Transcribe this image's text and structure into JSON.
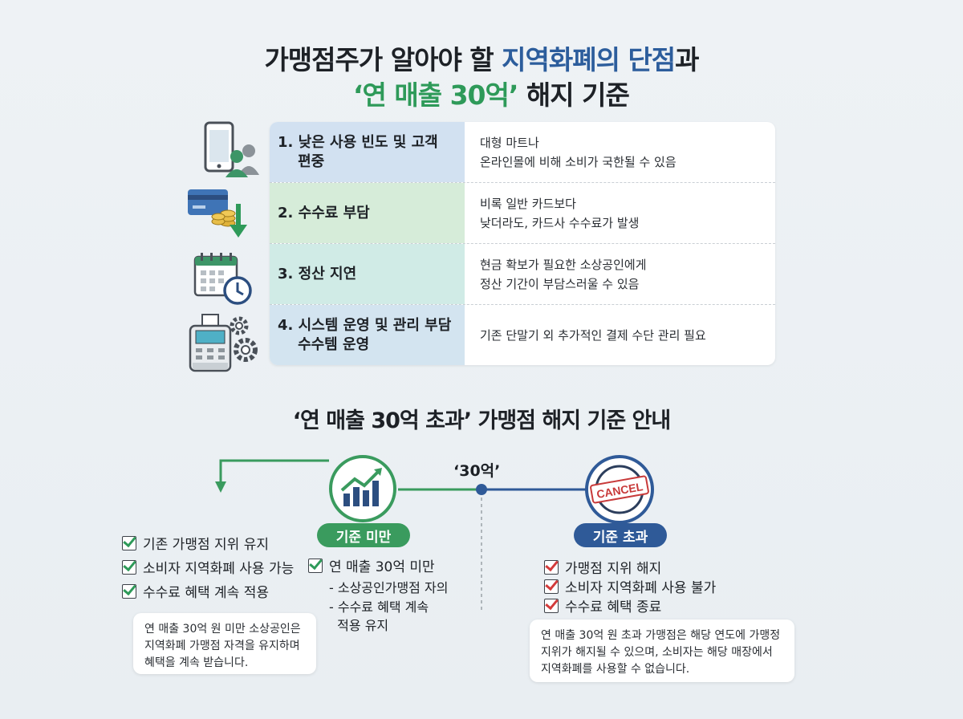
{
  "header": {
    "line1_part1": "가맹점주가 알아야 할 ",
    "line1_part2": "지역화폐의 단점",
    "line1_part3": "과",
    "line2_part1": "‘연 매출 30억’",
    "line2_part2": " 해지 기준"
  },
  "disadvantages": [
    {
      "label": "1. 낮은 사용 빈도 및 고객\n    편중",
      "desc": "대형 마트나\n온라인몰에 비해 소비가 국한될 수 있음",
      "icon": "smartphone-user-icon"
    },
    {
      "label": "2. 수수료 부담",
      "desc": "비록 일반 카드보다\n낮더라도, 카드사 수수료가 발생",
      "icon": "card-coins-icon"
    },
    {
      "label": "3. 정산 지연",
      "desc": "현금 확보가 필요한 소상공인에게\n정산 기간이 부담스러울 수 있음",
      "icon": "calendar-clock-icon"
    },
    {
      "label": "4. 시스템 운영 및 관리 부담\n    수수템 운영",
      "desc": "기존 단말기 외 추가적인 결제 수단 관리 필요",
      "icon": "pos-gears-icon"
    }
  ],
  "criteria": {
    "title": "‘연 매출 30억 초과’ 가맹점 해지 기준 안내",
    "threshold_label": "‘30억’",
    "below": {
      "pill": "기준 미만",
      "checks": [
        "기존 가맹점 지위 유지",
        "소비자 지역화폐 사용 가능",
        "수수료 혜택 계속 적용"
      ],
      "summary_check": "연 매출 30억 미만",
      "summary_items": [
        "- 소상공인가맹점 자의",
        "- 수수료 혜택 계속",
        "  적용 유지"
      ],
      "note": "연 매출 30억 원 미만 소상공인은\n지역화폐 가맹점 자격을 유지하며\n혜택을 계속 받습니다."
    },
    "above": {
      "pill": "기준 초과",
      "stamp": "CANCEL",
      "checks": [
        "가맹점 지위 해지",
        "소비자 지역화폐 사용 불가",
        "수수료 혜택 종료"
      ],
      "note": "연 매출 30억 원 초과 가맹점은 해당 연도에 가맹정\n지위가 해지될 수 있으며, 소비자는 해당 매장에서\n지역화폐를 사용할 수 없습니다."
    }
  },
  "colors": {
    "blue": "#2c5d9c",
    "green": "#2e9a59",
    "red": "#d33b3b"
  }
}
